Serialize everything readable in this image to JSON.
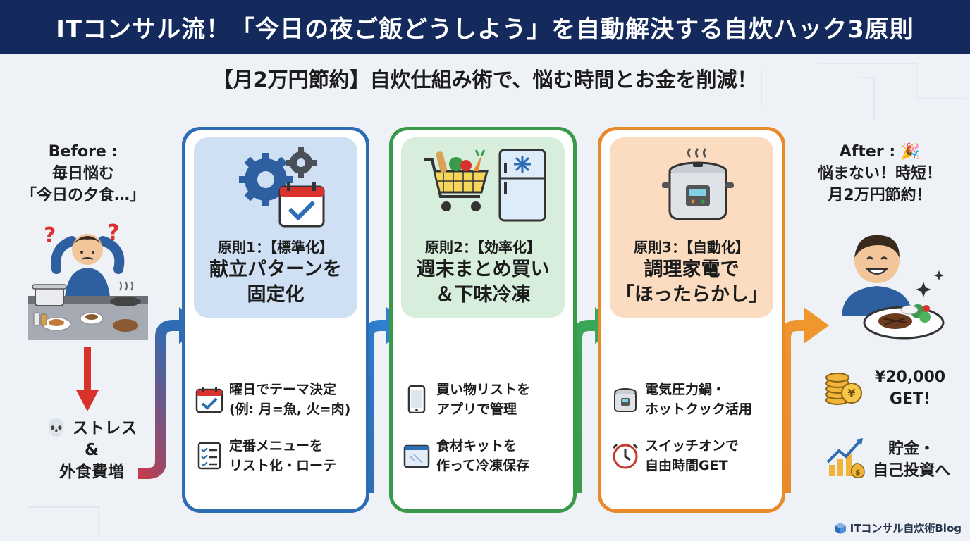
{
  "header": {
    "title": "ITコンサル流！「今日の夜ご飯どうしよう」を自動解決する自炊ハック3原則",
    "subtitle": "【月2万円節約】自炊仕組み術で、悩む時間とお金を削減！"
  },
  "before": {
    "lines": [
      "Before :",
      "毎日悩む",
      "「今日の夕食…」"
    ],
    "result_lines": [
      "ストレス",
      "&",
      "外食費増"
    ]
  },
  "principles": [
    {
      "label": "原則1：【標準化】",
      "title_lines": [
        "献立パターンを",
        "固定化"
      ],
      "color": "#2e6db4",
      "panel_color": "#cfe0f5",
      "items": [
        {
          "icon": "calendar-check-icon",
          "text_lines": [
            "曜日でテーマ決定",
            "(例: 月=魚, 火=肉)"
          ]
        },
        {
          "icon": "checklist-icon",
          "text_lines": [
            "定番メニューを",
            "リスト化・ローテ"
          ]
        }
      ]
    },
    {
      "label": "原則2：【効率化】",
      "title_lines": [
        "週末まとめ買い",
        "＆下味冷凍"
      ],
      "color": "#3a9a4a",
      "panel_color": "#d6eedb",
      "items": [
        {
          "icon": "smartphone-icon",
          "text_lines": [
            "買い物リストを",
            "アプリで管理"
          ]
        },
        {
          "icon": "freezer-bag-icon",
          "text_lines": [
            "食材キットを",
            "作って冷凍保存"
          ]
        }
      ]
    },
    {
      "label": "原則3：【自動化】",
      "title_lines": [
        "調理家電で",
        "「ほったらかし」"
      ],
      "color": "#e8892c",
      "panel_color": "#fbdcc0",
      "items": [
        {
          "icon": "pressure-cooker-icon",
          "text_lines": [
            "電気圧力鍋・",
            "ホットクック活用"
          ]
        },
        {
          "icon": "clock-icon",
          "text_lines": [
            "スイッチオンで",
            "自由時間GET"
          ]
        }
      ]
    }
  ],
  "after": {
    "lines": [
      "After :",
      "悩まない！時短！",
      "月2万円節約！"
    ],
    "money_lines": [
      "¥20,000",
      "GET!"
    ],
    "invest_lines": [
      "貯金・",
      "自己投資へ"
    ]
  },
  "footer": {
    "brand": "ITコンサル自炊術Blog"
  },
  "colors": {
    "title_bg": "#142a5c",
    "stress_arrow": "#d9322c"
  }
}
